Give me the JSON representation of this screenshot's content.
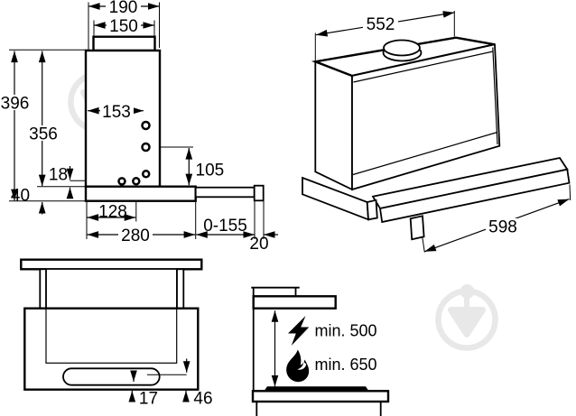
{
  "title": "Cooker hood installation dimensions diagram",
  "colors": {
    "line": "#000000",
    "background": "#ffffff",
    "watermark": "#e8e8e8"
  },
  "figures": {
    "side_view": {
      "dims": {
        "duct_cap_width": "190",
        "duct_width": "150",
        "total_height": "396",
        "chimney_height": "356",
        "hole_offset": "153",
        "hole_gap": "18",
        "body_height": "40",
        "hole_span": "128",
        "body_depth": "280",
        "pullout_range": "0-155",
        "front_thickness": "20",
        "lower_hole_height": "105"
      }
    },
    "perspective_view": {
      "dims": {
        "body_width": "552",
        "pullout_width": "598"
      }
    },
    "front_view": {
      "dims": {
        "slot_bottom_offset": "17",
        "recess_height": "46"
      }
    },
    "clearance_view": {
      "labels": {
        "electric_clearance": "min. 500",
        "gas_clearance": "min. 650"
      },
      "icons": [
        "lightning-icon",
        "flame-icon"
      ]
    }
  }
}
